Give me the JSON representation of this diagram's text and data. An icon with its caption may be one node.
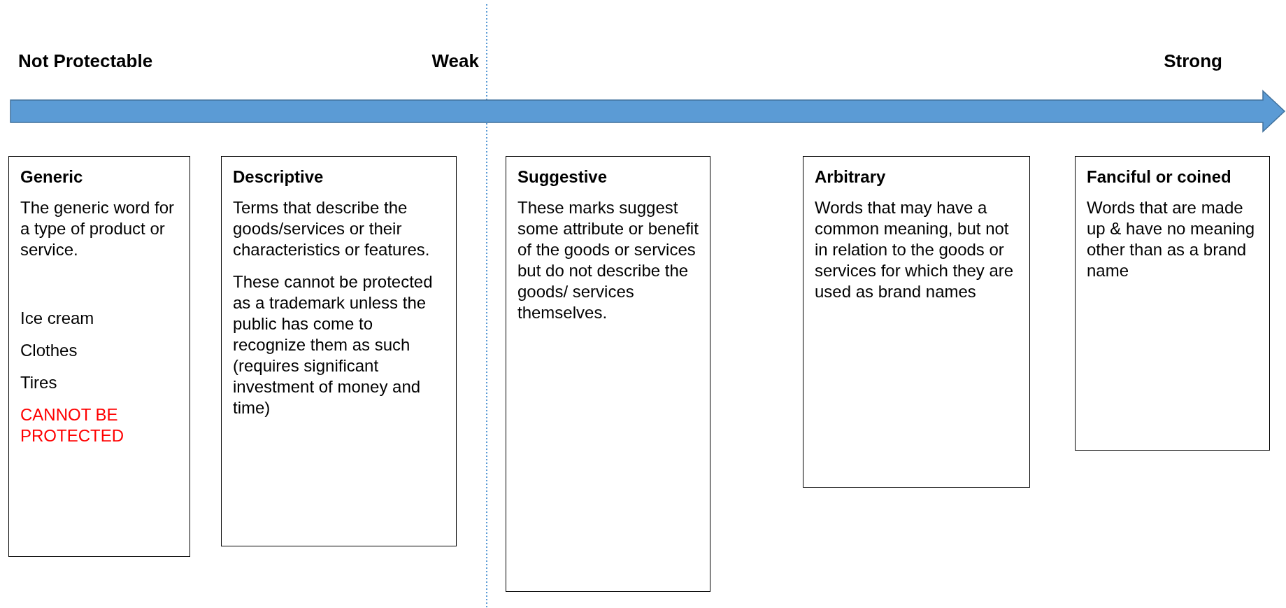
{
  "diagram": {
    "nodes": [
      {
        "text": [
          "Generic",
          "The generic word for a type of product or service.",
          "Ice cream",
          "Clothes",
          "Tires",
          "CANNOT BE PROTECTED"
        ]
      },
      {
        "text": [
          "Descriptive",
          "Terms that describe the goods/services or their characteristics or features.",
          "These cannot be protected as a trademark unless the public has come to recognize them as such (requires significant investment of money and time)"
        ]
      },
      {
        "text": [
          "Suggestive",
          "These marks suggest some attribute or benefit of the goods or services but do not describe the goods/ services themselves."
        ]
      },
      {
        "text": [
          "Arbitrary",
          "Words that may have a common meaning, but not in relation to the goods or services for which they are used as brand names"
        ]
      },
      {
        "text": [
          "Fanciful or coined",
          "Words that are made up & have no meaning other than as a brand name"
        ]
      }
    ],
    "labels": [
      "Not Protectable",
      "Weak",
      "Strong"
    ]
  }
}
